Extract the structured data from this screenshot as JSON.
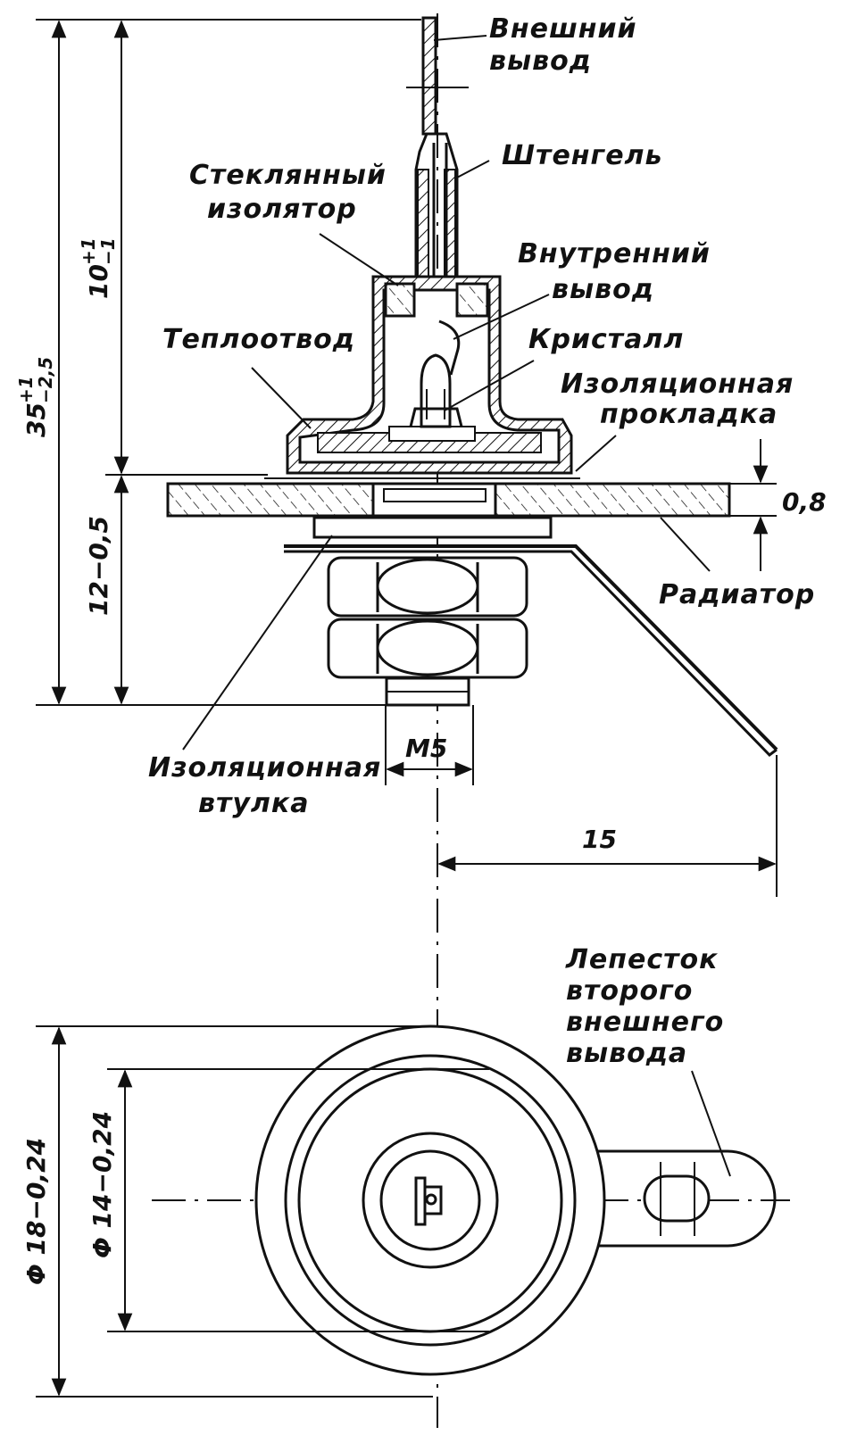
{
  "labels": {
    "external_lead": [
      "Внешний",
      "вывод"
    ],
    "stem": "Штенгель",
    "glass_insulator": [
      "Стеклянный",
      "изолятор"
    ],
    "internal_lead": [
      "Внутренний",
      "вывод"
    ],
    "heat_sink": "Теплоотвод",
    "crystal": "Кристалл",
    "insulating_gasket": [
      "Изоляционная",
      "прокладка"
    ],
    "radiator": "Радиатор",
    "insulating_sleeve": [
      "Изоляционная",
      "втулка"
    ],
    "second_lead_tab": [
      "Лепесток",
      "второго",
      "внешнего",
      "вывода"
    ]
  },
  "dimensions": {
    "overall_height": {
      "base": "35",
      "upper": "+1",
      "lower": "−2,5"
    },
    "body_height": {
      "base": "10",
      "upper": "+1",
      "lower": "−1"
    },
    "thread_length": "12−0,5",
    "thread": "M5",
    "radiator_thickness": "0,8",
    "tab_offset": "15",
    "outer_diameter": "Φ 18−0,24",
    "flange_diameter": "Φ 14−0,24"
  }
}
